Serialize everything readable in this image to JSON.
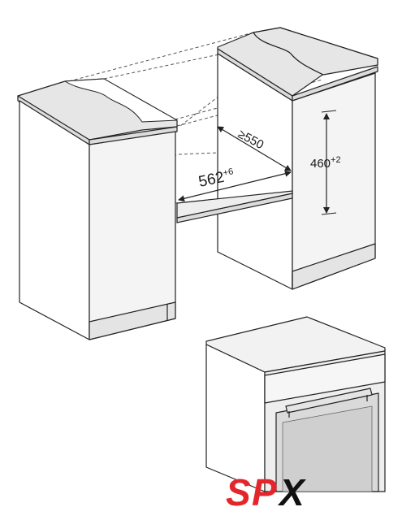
{
  "dimensions": {
    "depth": {
      "value": "≥550"
    },
    "width": {
      "value": "562",
      "tolerance": "+6"
    },
    "height": {
      "value": "460",
      "tolerance": "+2"
    }
  },
  "logo": {
    "part1": "S",
    "part2": "P",
    "part3": "X"
  },
  "colors": {
    "line": "#222222",
    "fill_top": "#e6e6e6",
    "fill_side": "#f4f4f4",
    "logo_red": "#e3262b",
    "logo_dark": "#111111"
  },
  "icons": {
    "dimension_arrow": "double-headed-arrow"
  }
}
